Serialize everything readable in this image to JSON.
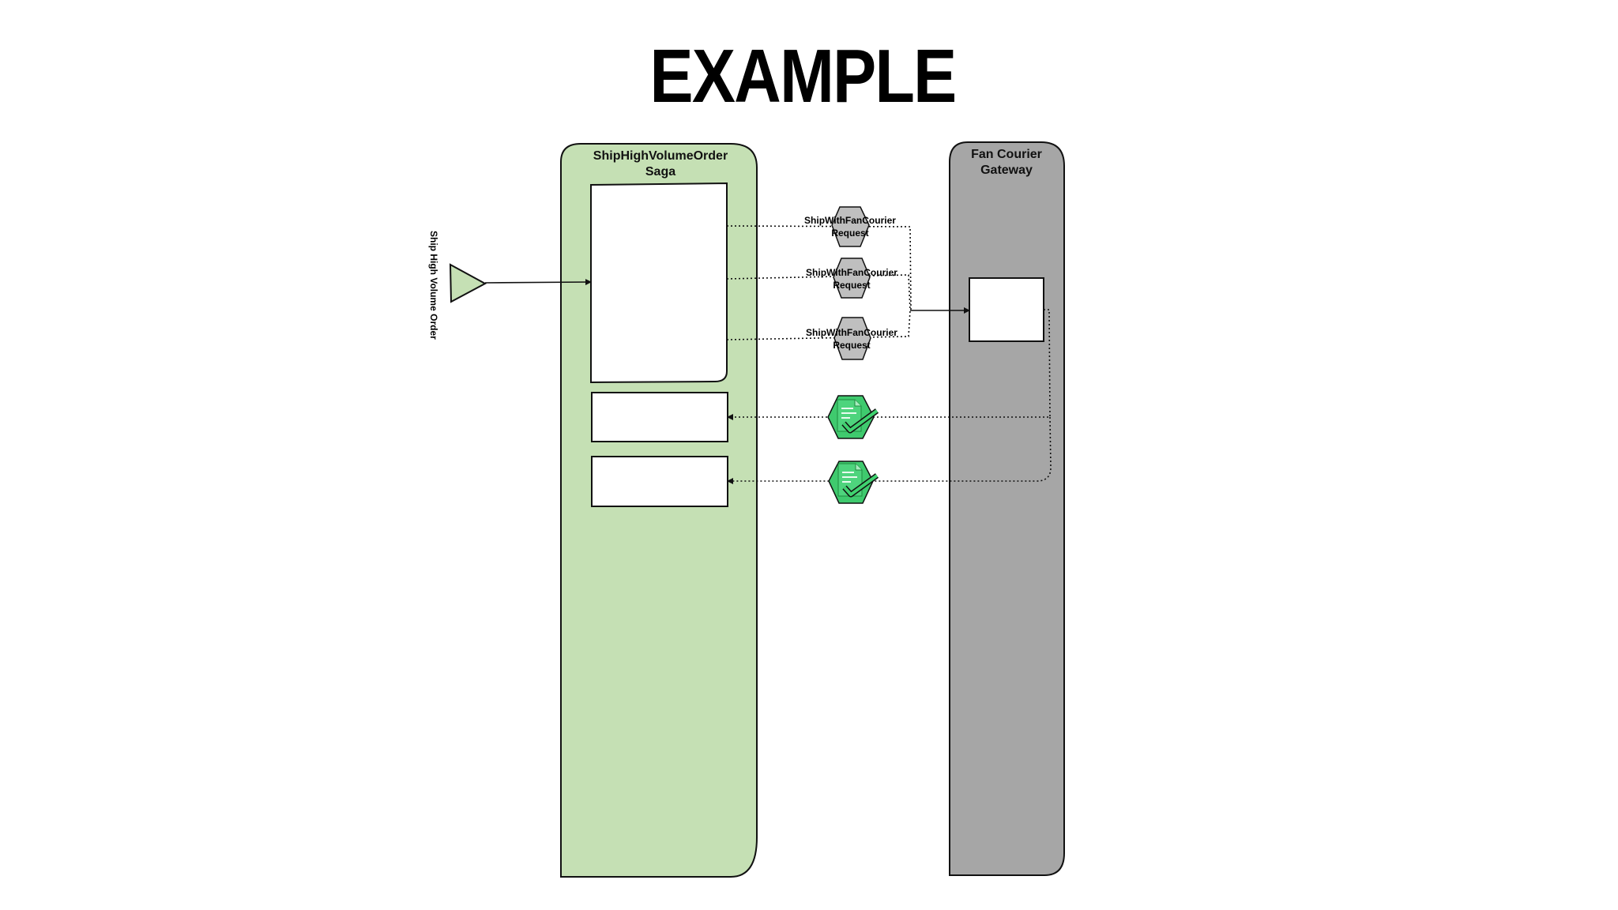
{
  "title": "EXAMPLE",
  "trigger": {
    "label": "Ship High Volume Order"
  },
  "saga": {
    "title_line1": "ShipHighVolumeOrder",
    "title_line2": "Saga",
    "fill": "#c5e0b4"
  },
  "gateway": {
    "title_line1": "Fan Courier",
    "title_line2": "Gateway",
    "fill": "#a6a6a6"
  },
  "requests": [
    {
      "line1": "ShipWithFanCourier",
      "line2": "Request"
    },
    {
      "line1": "ShipWithFanCourier",
      "line2": "Request"
    },
    {
      "line1": "ShipWithFanCourier",
      "line2": "Request"
    }
  ],
  "responses": [
    {
      "icon": "document-check-icon"
    },
    {
      "icon": "document-check-icon"
    }
  ],
  "colors": {
    "request_hex": "#bfbfbf",
    "response_hex": "#3fca6e",
    "check": "#1f8a3e"
  }
}
